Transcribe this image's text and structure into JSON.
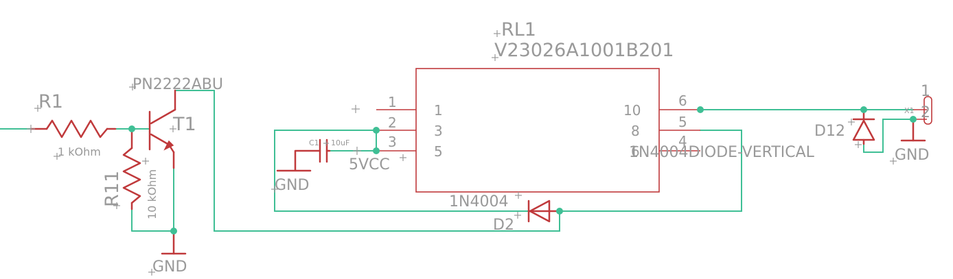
{
  "colors": {
    "wire": "#3fbf95",
    "part": "#c0393b",
    "label": "#999999",
    "background": "#ffffff"
  },
  "components": {
    "r1": {
      "name": "R1",
      "value": "1 kOhm"
    },
    "r11": {
      "name": "R11",
      "value": "10 kOhm"
    },
    "t1": {
      "name": "T1",
      "value": "PN2222ABU"
    },
    "rl1": {
      "name": "RL1",
      "value": "V23026A1001B201",
      "inner_pins_left": [
        "1",
        "3",
        "5"
      ],
      "inner_pins_right": [
        "10",
        "8",
        "6"
      ],
      "outer_pins_left": [
        "1",
        "2",
        "3"
      ],
      "outer_pins_right": [
        "6",
        "5",
        "4"
      ]
    },
    "c1": {
      "name": "C1",
      "value": "10uF"
    },
    "d2": {
      "name": "D2",
      "value": "1N4004"
    },
    "d12": {
      "name": "D12",
      "value": "1N4004DIODE-VERTICAL"
    },
    "x1": {
      "name": "X1",
      "pins": [
        "1",
        "2"
      ]
    }
  },
  "supplies": {
    "gnd_transistor": "GND",
    "gnd_capacitor": "GND",
    "gnd_connector": "GND",
    "vcc": "5VCC"
  }
}
